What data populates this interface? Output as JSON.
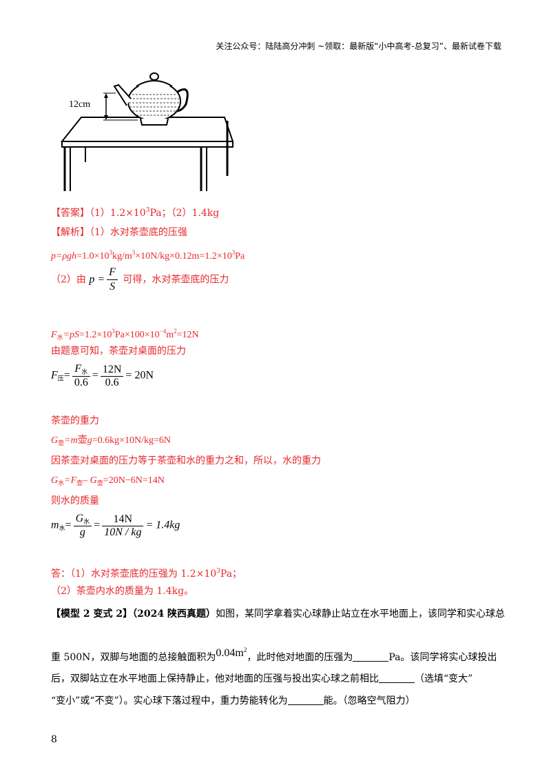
{
  "header": {
    "text": "关注公众号：陆陆高分冲刺  ~领取：最新版“小中高考-总复习”、最新试卷下载"
  },
  "figure": {
    "height_label": "12cm"
  },
  "answer": {
    "tag": "【答案】",
    "text": "（1）1.2×10",
    "exp": "3",
    "text2": "Pa；（2）1.4kg"
  },
  "analysis": {
    "tag": "【解析】",
    "intro": "（1）水对茶壶底的压强",
    "p_formula_a": "p=ρgh",
    "p_formula_b": "=1.0×10",
    "p_exp1": "3",
    "p_formula_c": "kg/m",
    "p_exp2": "3",
    "p_formula_d": "×10N/kg×0.12m=1.2×10",
    "p_exp3": "3",
    "p_formula_e": "Pa",
    "part2_prefix": "（2）由",
    "part2_lhs": "p =",
    "part2_num": "F",
    "part2_den": "S",
    "part2_suffix": "可得，水对茶壶底的压力",
    "f_water_a": "F",
    "f_water_sub": "水",
    "f_water_b": "=pS",
    "f_water_c": "=1.2×10",
    "f_water_exp1": "3",
    "f_water_d": "Pa×100×10",
    "f_water_exp2": "−4",
    "f_water_e": "m",
    "f_water_exp3": "2",
    "f_water_f": "=12N",
    "line_table": "由题意可知，茶壶对桌面的压力",
    "f_table_lhs": "F",
    "f_table_sub": "压",
    "f_table_num1": "F",
    "f_table_num1_sub": "水",
    "f_table_den1": "0.6",
    "f_table_num2": "12N",
    "f_table_den2": "0.6",
    "f_table_result": "= 20N",
    "line_gravity": "茶壶的重力",
    "g_pot_a": "G",
    "g_pot_sub": "壶",
    "g_pot_b": "=m",
    "g_pot_c": "壶",
    "g_pot_d": "g",
    "g_pot_e": "=0.6kg×10N/kg=6N",
    "line_because": "因茶壶对桌面的压力等于茶壶和水的重力之和，所以，水的重力",
    "g_water_a": "G",
    "g_water_sub": "水",
    "g_water_b": "=F",
    "g_water_sub2": "壶",
    "g_water_c": "– G",
    "g_water_sub3": "壶",
    "g_water_d": "=20N−6N=14N",
    "line_mass": "则水的质量",
    "m_lhs": "m",
    "m_sub": "水",
    "m_num1": "G",
    "m_num1_sub": "水",
    "m_den1": "g",
    "m_num2": "14N",
    "m_den2": "10N / kg",
    "m_result": "= 1.4kg",
    "conclusion1_a": "答：（1）水对茶壶底的压强为 1.2×10",
    "conclusion1_exp": "3",
    "conclusion1_b": "Pa；",
    "conclusion2": "（2）茶壶内水的质量为 1.4kg。"
  },
  "problem": {
    "tag": "【模型 2 变式 2】",
    "source": "（2024 陕西真题）",
    "line1": "如图，某同学拿着实心球静止站立在水平地面上，该同学和实心球总",
    "line2_a": "重 500N，双脚与地面的总接触面积为",
    "line2_area": "0.04m",
    "line2_area_exp": "2",
    "line2_b": "，此时他对地面的压强为",
    "line2_c": "Pa。该同学将实心球投出",
    "line3_a": "后，双脚站立在水平地面上保持静止，他对地面的压强与投出实心球之前相比",
    "line3_b": "（选填“变大”",
    "line4_a": "“变小”或“不变”）。实心球下落过程中，重力势能转化为",
    "line4_b": "能。（忽略空气阻力）"
  },
  "page_number": "8"
}
